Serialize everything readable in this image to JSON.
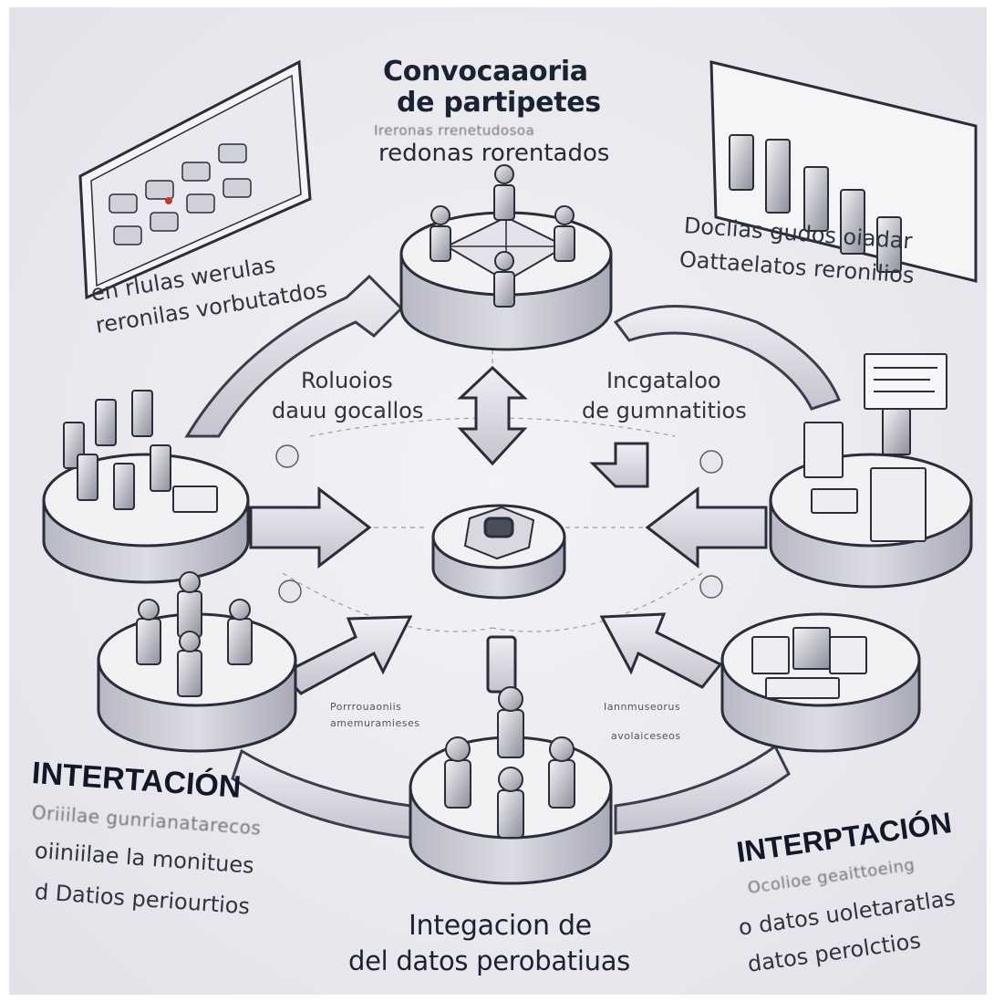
{
  "top": {
    "title_line1": "Convocaaoria",
    "title_line2": "de partipetes",
    "smudged": "Ireronas rrenetudosoa",
    "sub": "redonas rorentados"
  },
  "left_upper": {
    "line1": "en rlulas werulas",
    "line2": "reronilas vorbutatdos"
  },
  "right_upper": {
    "line1": "Doclias gudos oiadar",
    "line2": "Oattaelatos reronilios"
  },
  "inner_left": {
    "line1": "Roluoios",
    "line2": "dauu gocallos"
  },
  "inner_right": {
    "line1": "Incgataloo",
    "line2": "de gumnatitios"
  },
  "inner_bottom_left": {
    "line1": "Porrrouaoniis",
    "line2": "amemuramieses"
  },
  "inner_bottom_right": {
    "line1": "Iannmuseorus",
    "line2": "avolaiceseos"
  },
  "bottom_left": {
    "title": "INTERTACIÓN",
    "smudged": "Oriiilae gunrianatarecos",
    "line1": "oiiniilae la monitues",
    "line2": "d Datios periourtios"
  },
  "bottom_right": {
    "title": "INTERPTACIÓN",
    "smudged": "Ocolioe geaittoeing",
    "line1": "o datos uoletaratlas",
    "line2": "datos perolctios"
  },
  "bottom_center": {
    "line1": "Integacion de",
    "line2": "del datos perobatiuas"
  },
  "colors": {
    "ink": "#1e2436",
    "platform_top": "#f2f1f4",
    "platform_side": "#c9c9d3",
    "arrow_fill": "#dad9e2",
    "accent_red": "#c0392b"
  }
}
